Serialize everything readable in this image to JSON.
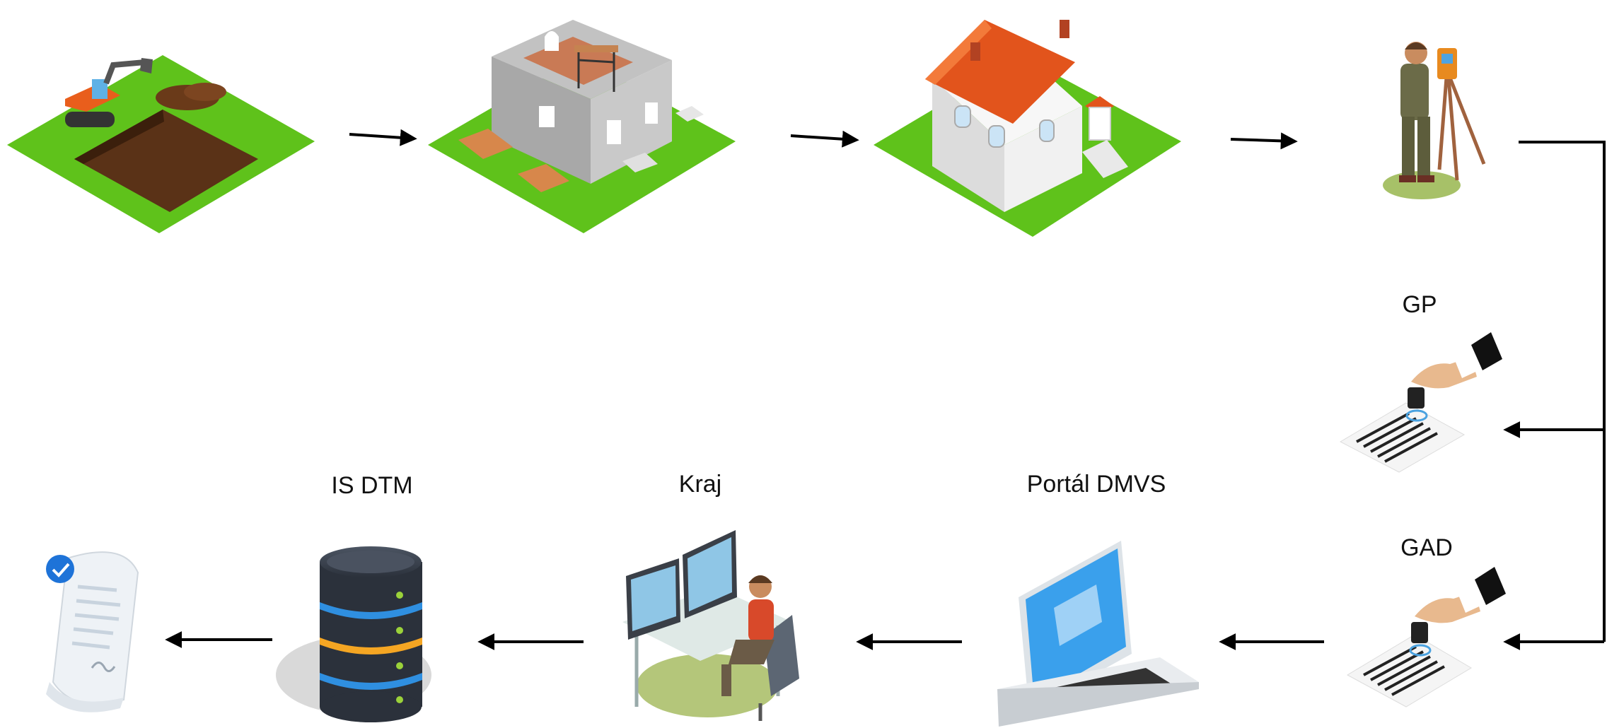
{
  "labels": {
    "gp": "GP",
    "gad": "GAD",
    "portal": "Portál DMVS",
    "kraj": "Kraj",
    "isdtm": "IS DTM"
  },
  "stages": [
    {
      "name": "excavation",
      "icon": "excavator-pit-icon"
    },
    {
      "name": "construction",
      "icon": "house-under-construction-icon"
    },
    {
      "name": "house",
      "icon": "finished-house-icon"
    },
    {
      "name": "surveyor",
      "icon": "surveyor-total-station-icon"
    },
    {
      "name": "gp-document",
      "icon": "stamped-document-icon"
    },
    {
      "name": "gad-document",
      "icon": "stamped-document-icon"
    },
    {
      "name": "portal",
      "icon": "laptop-icon"
    },
    {
      "name": "kraj",
      "icon": "operator-workstation-icon"
    },
    {
      "name": "is-dtm",
      "icon": "database-server-icon"
    },
    {
      "name": "certificate",
      "icon": "certificate-scroll-icon"
    }
  ],
  "colors": {
    "grass": "#5fc21b",
    "soil": "#5a3217",
    "wall": "#b5b5b5",
    "roof": "#e2541c",
    "arrow": "#000000",
    "db_blue": "#2f8fe0",
    "db_orange": "#f5a623",
    "screen_blue": "#3aa0ec"
  }
}
